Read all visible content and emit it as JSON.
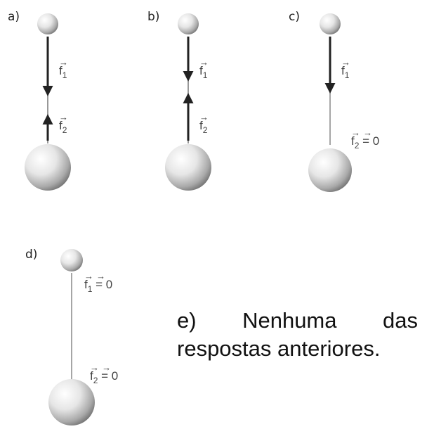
{
  "options": {
    "a": {
      "label": "a)",
      "f1": "f",
      "f1_sub": "1",
      "f2": "f",
      "f2_sub": "2"
    },
    "b": {
      "label": "b)",
      "f1": "f",
      "f1_sub": "1",
      "f2": "f",
      "f2_sub": "2"
    },
    "c": {
      "label": "c)",
      "f1": "f",
      "f1_sub": "1",
      "f2": "f",
      "f2_sub": "2",
      "f2_eq": "= 0"
    },
    "d": {
      "label": "d)",
      "f1": "f",
      "f1_sub": "1",
      "f1_eq": "= 0",
      "f2": "f",
      "f2_sub": "2",
      "f2_eq": "= 0"
    },
    "e": {
      "text": "e) Nenhuma das respostas anteriores."
    }
  },
  "colors": {
    "line": "#555555",
    "arrow": "#222222",
    "sphere_light": "#ffffff",
    "sphere_dark": "#6e6e6e"
  }
}
